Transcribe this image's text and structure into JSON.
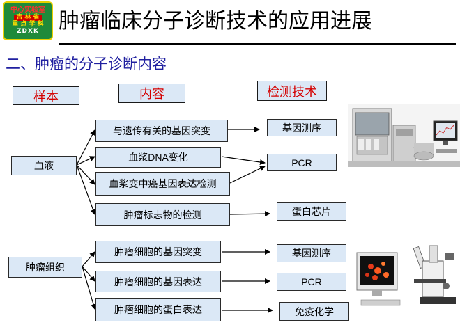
{
  "header": {
    "title": "肿瘤临床分子诊断技术的应用进展",
    "subtitle": "二、肿瘤的分子诊断内容"
  },
  "logo": {
    "line1": "中心实验室",
    "line2": "吉 林 省",
    "line3": "重 点 学 科",
    "line4": "ZDXK"
  },
  "columns": {
    "sample": "样本",
    "content": "内容",
    "method": "检测技术"
  },
  "blood": {
    "sample": "血液",
    "items": [
      "与遗传有关的基因突变",
      "血浆DNA变化",
      "血浆变中癌基因表达检测",
      "肿瘤标志物的检测"
    ],
    "methods": [
      "基因测序",
      "PCR",
      "蛋白芯片"
    ]
  },
  "tissue": {
    "sample": "肿瘤组织",
    "items": [
      "肿瘤细胞的基因突变",
      "肿瘤细胞的基因表达",
      "肿瘤细胞的蛋白表达"
    ],
    "methods": [
      "基因测序",
      "PCR",
      "免疫化学"
    ]
  },
  "colors": {
    "box_fill": "#dbe8f6",
    "header_text": "#d40000",
    "subtitle_text": "#2020a0",
    "logo_bg": "#1f8a3a"
  },
  "icons": [
    "sequencer-instrument-image",
    "microscope-workstation-image"
  ]
}
